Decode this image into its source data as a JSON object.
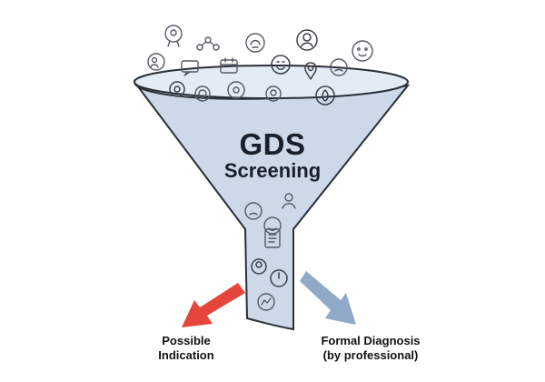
{
  "funnel": {
    "title": "GDS",
    "subtitle": "Screening",
    "fill_color": "#cdd9e8",
    "stroke_color": "#2a2f38"
  },
  "outputs": {
    "left": {
      "line1": "Possible",
      "line2": "Indication",
      "arrow_color": "#e5453a"
    },
    "right": {
      "line1": "Formal Diagnosis",
      "line2": "(by professional)",
      "arrow_color": "#8fa9c6"
    }
  },
  "icons_top": [
    "award-icon",
    "network-icon",
    "brain-icon",
    "users-icon",
    "face-icon",
    "emoji-icon",
    "people-icon",
    "chat-icon",
    "calendar-icon",
    "gear-icon",
    "pin-icon",
    "sad-face-icon",
    "fire-icon",
    "award-icon"
  ],
  "icons_inside": [
    "user-icon",
    "document-icon",
    "target-icon",
    "power-icon",
    "chart-icon"
  ]
}
